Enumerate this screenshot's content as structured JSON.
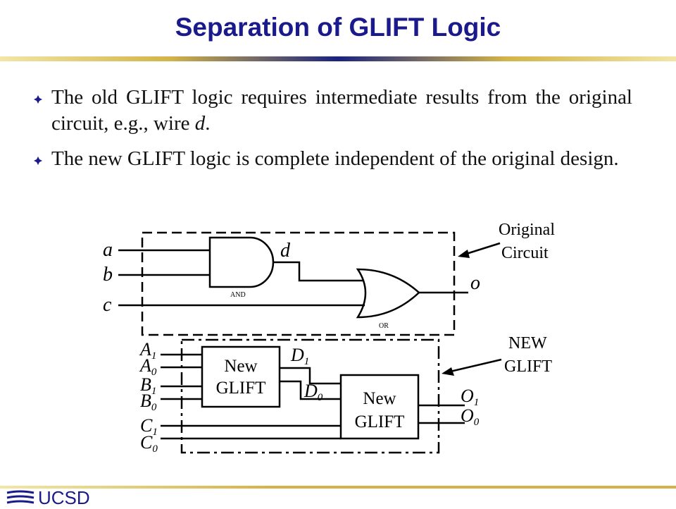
{
  "slide": {
    "title": "Separation of GLIFT Logic",
    "bullets": [
      {
        "parts": [
          {
            "text": "The old GLIFT logic requires intermediate results from the original circuit, e.g., wire ",
            "italic": false
          },
          {
            "text": "d",
            "italic": true
          },
          {
            "text": ".",
            "italic": false
          }
        ]
      },
      {
        "parts": [
          {
            "text": "The new GLIFT logic is complete independent of the original design.",
            "italic": false
          }
        ]
      }
    ]
  },
  "diagram": {
    "original": {
      "inputs": [
        "a",
        "b",
        "c"
      ],
      "and_gate": "AND",
      "or_gate": "OR",
      "wire_d": "d",
      "output": "o",
      "callout_line1": "Original",
      "callout_line2": "Circuit"
    },
    "glift": {
      "box1_line1": "New",
      "box1_line2": "GLIFT",
      "box2_line1": "New",
      "box2_line2": "GLIFT",
      "callout_line1": "NEW",
      "callout_line2": "GLIFT",
      "inputs": [
        {
          "base": "A",
          "sub": "1"
        },
        {
          "base": "A",
          "sub": "0"
        },
        {
          "base": "B",
          "sub": "1"
        },
        {
          "base": "B",
          "sub": "0"
        },
        {
          "base": "C",
          "sub": "1"
        },
        {
          "base": "C",
          "sub": "0"
        }
      ],
      "mid_wires": [
        {
          "base": "D",
          "sub": "1"
        },
        {
          "base": "D",
          "sub": "0"
        }
      ],
      "outputs": [
        {
          "base": "O",
          "sub": "1"
        },
        {
          "base": "O",
          "sub": "0"
        }
      ]
    }
  },
  "footer": {
    "logo_text": "UCSD"
  }
}
